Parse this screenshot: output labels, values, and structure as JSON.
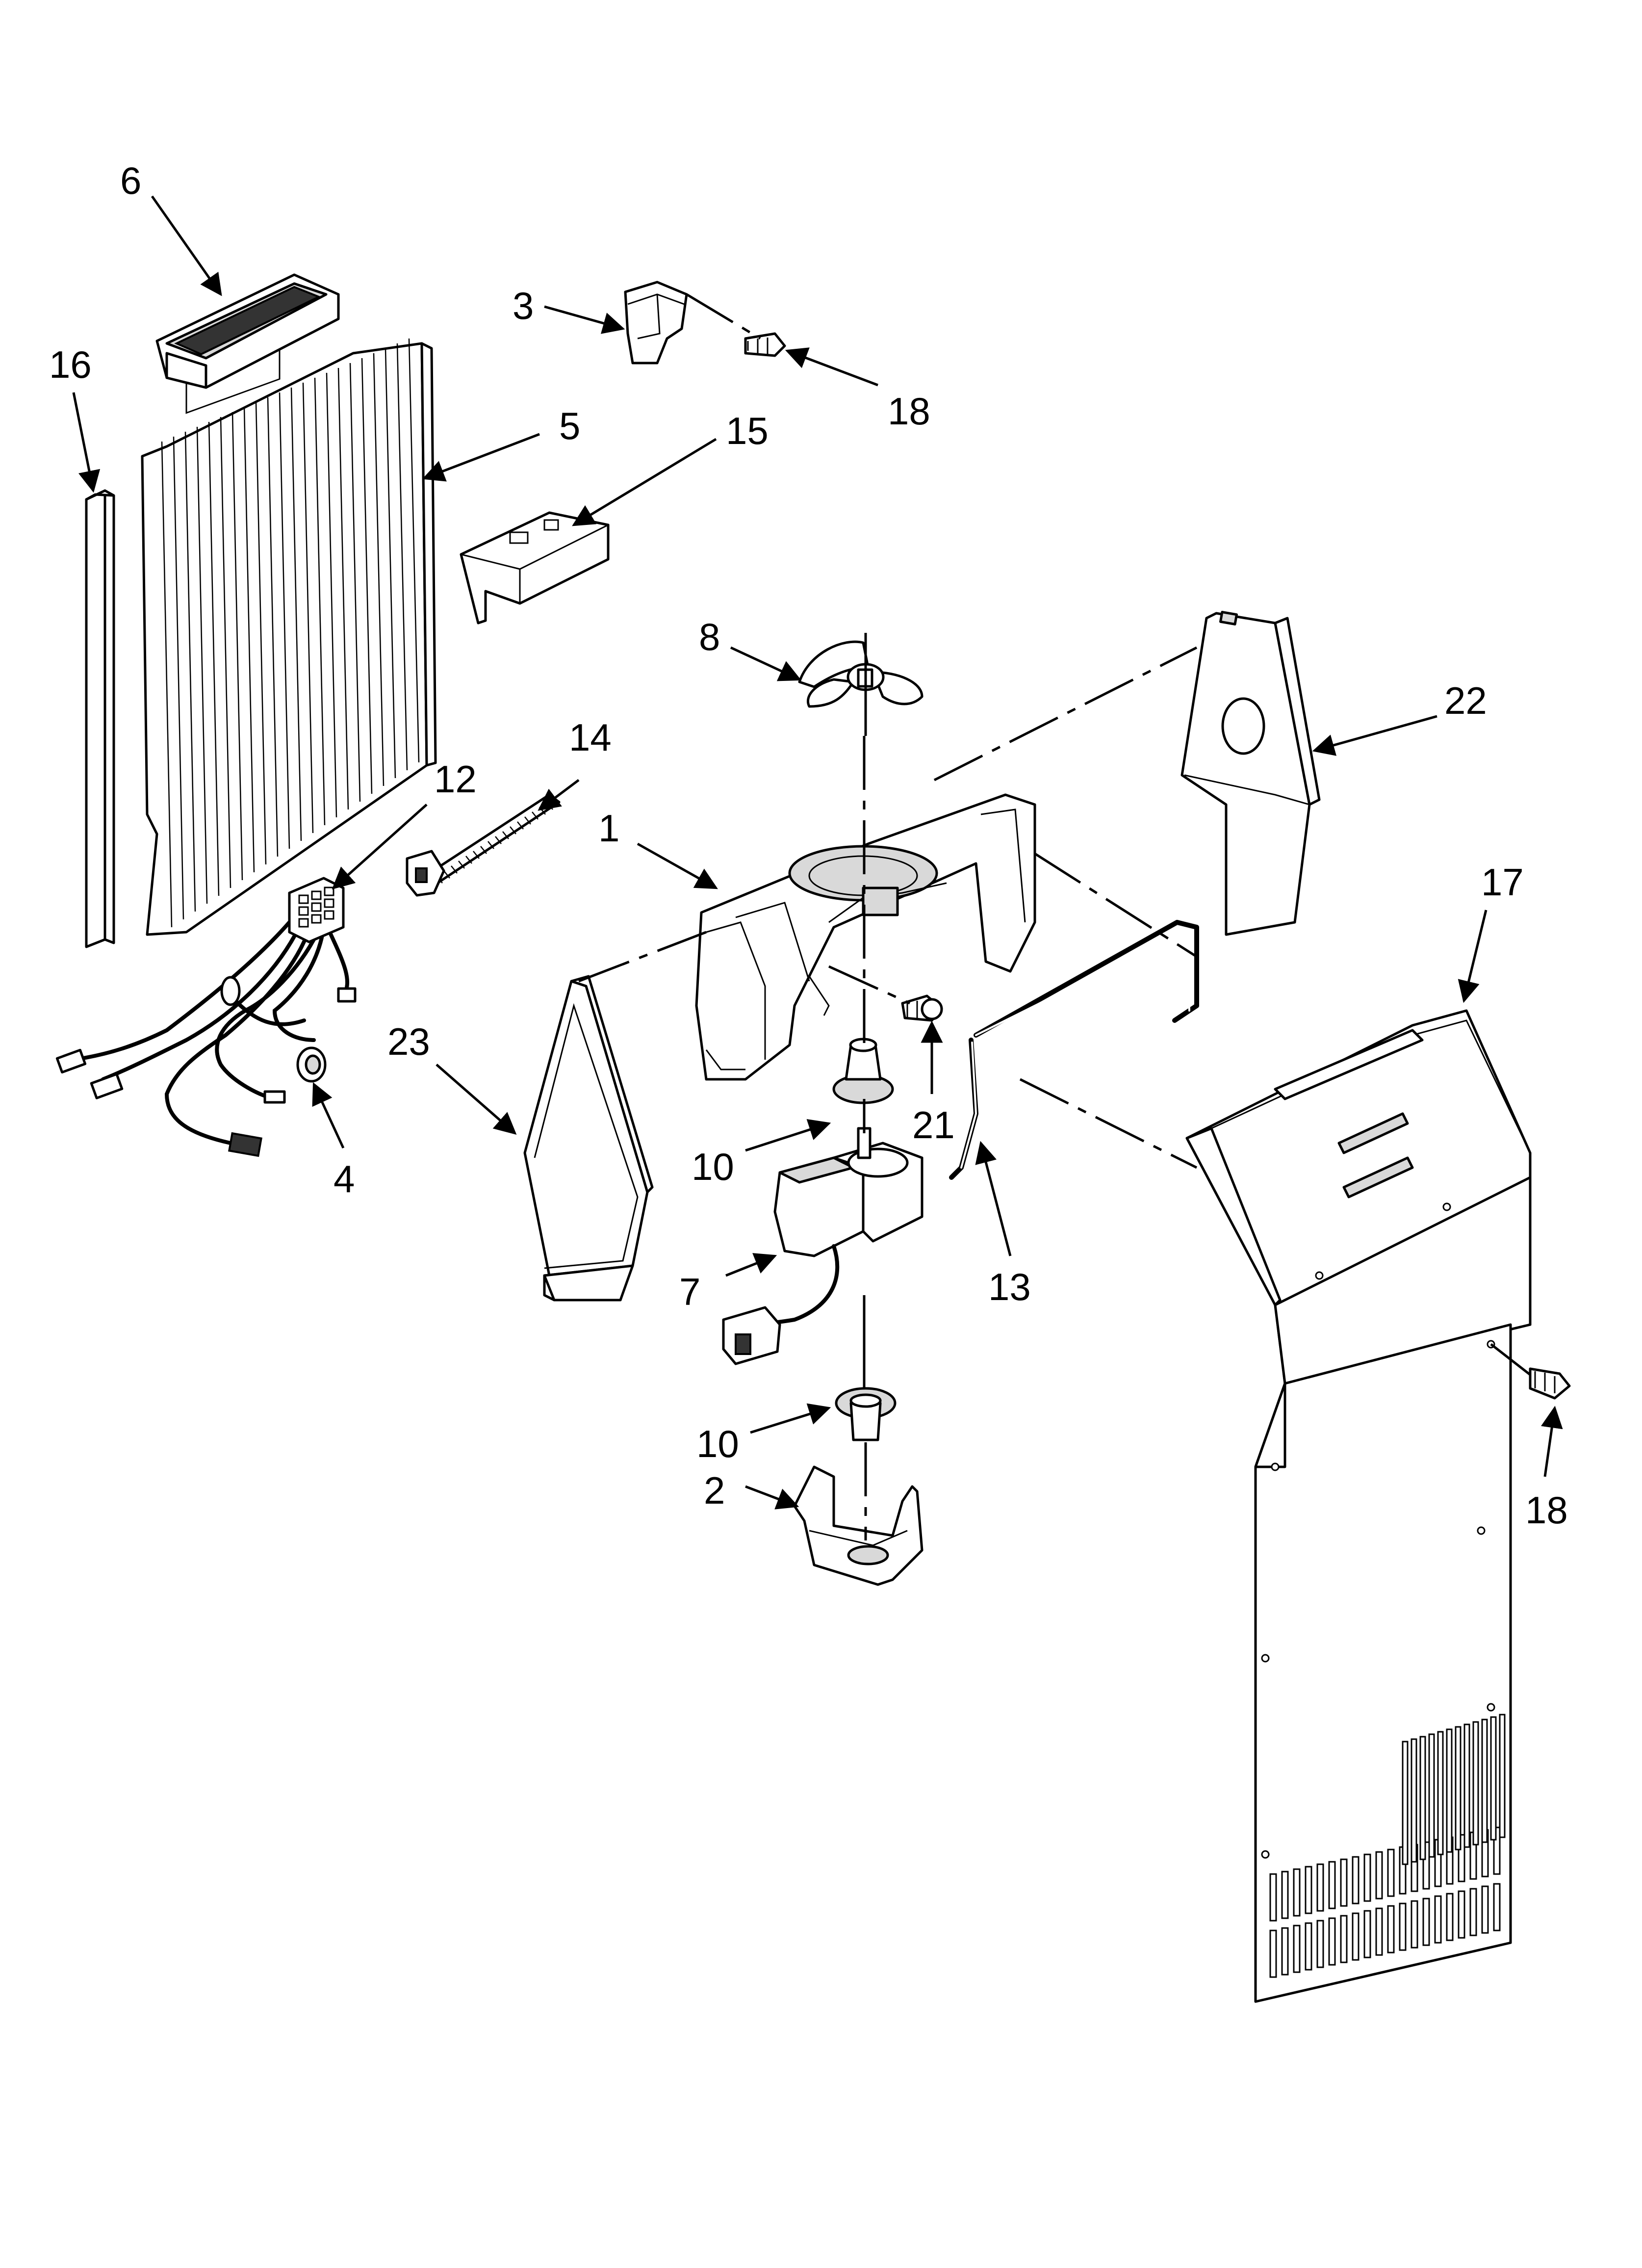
{
  "diagram": {
    "type": "exploded-parts-diagram",
    "callouts": [
      {
        "id": "c1",
        "label": "1"
      },
      {
        "id": "c2",
        "label": "2"
      },
      {
        "id": "c3",
        "label": "3"
      },
      {
        "id": "c4",
        "label": "4"
      },
      {
        "id": "c5",
        "label": "5"
      },
      {
        "id": "c6",
        "label": "6"
      },
      {
        "id": "c7",
        "label": "7"
      },
      {
        "id": "c8",
        "label": "8"
      },
      {
        "id": "c10a",
        "label": "10"
      },
      {
        "id": "c10b",
        "label": "10"
      },
      {
        "id": "c12",
        "label": "12"
      },
      {
        "id": "c13",
        "label": "13"
      },
      {
        "id": "c14",
        "label": "14"
      },
      {
        "id": "c15",
        "label": "15"
      },
      {
        "id": "c16",
        "label": "16"
      },
      {
        "id": "c17",
        "label": "17"
      },
      {
        "id": "c18a",
        "label": "18"
      },
      {
        "id": "c18b",
        "label": "18"
      },
      {
        "id": "c21",
        "label": "21"
      },
      {
        "id": "c22",
        "label": "22"
      },
      {
        "id": "c23",
        "label": "23"
      }
    ]
  }
}
